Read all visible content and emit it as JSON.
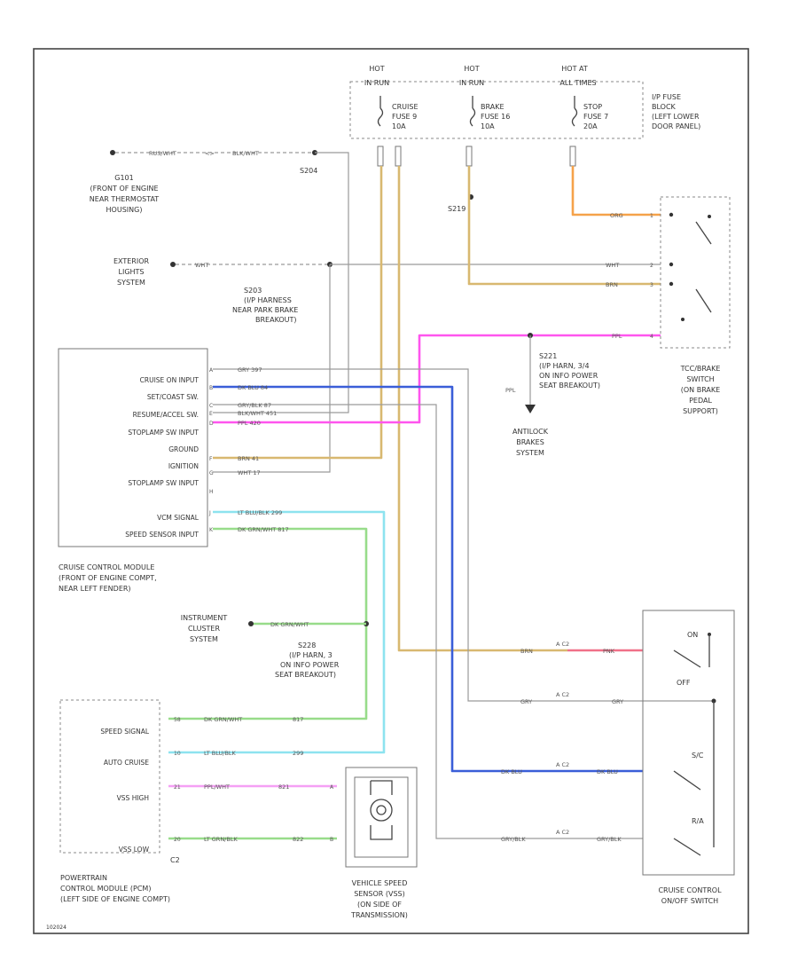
{
  "fuse_block": {
    "hot_1": [
      "HOT",
      "IN RUN"
    ],
    "hot_2": [
      "HOT",
      "IN RUN"
    ],
    "hot_3": [
      "HOT AT",
      "ALL TIMES"
    ],
    "fuse_cruise": [
      "CRUISE",
      "FUSE 9",
      "10A"
    ],
    "fuse_brake": [
      "BRAKE",
      "FUSE 16",
      "10A"
    ],
    "fuse_stop": [
      "STOP",
      "FUSE 7",
      "20A"
    ],
    "label": [
      "I/P FUSE",
      "BLOCK",
      "(LEFT LOWER",
      "DOOR PANEL)"
    ]
  },
  "ground_g101": {
    "wire_left": "RUS/WHT",
    "wire_right": "BLK/WHT",
    "splice": "S204",
    "label": [
      "G101",
      "(FRONT OF ENGINE",
      "NEAR THERMOSTAT",
      "HOUSING)"
    ]
  },
  "exterior_lights": {
    "label": [
      "EXTERIOR",
      "LIGHTS",
      "SYSTEM"
    ],
    "wire": "WHT",
    "splice_label": [
      "S203",
      "(I/P HARNESS",
      "NEAR PARK BRAKE",
      "BREAKOUT)"
    ]
  },
  "splice_s219": "S219",
  "brake_switch": {
    "wire_org": "ORG",
    "wire_wht": "WHT",
    "wire_brn": "BRN",
    "wire_ppl": "PPL",
    "label": [
      "TCC/BRAKE",
      "SWITCH",
      "(ON BRAKE",
      "PEDAL",
      "SUPPORT)"
    ]
  },
  "abs": {
    "splice_label": [
      "S221",
      "(I/P HARN, 3/4",
      "ON INFO POWER",
      "SEAT BREAKOUT)"
    ],
    "wire": "PPL",
    "label": [
      "ANTILOCK",
      "BRAKES",
      "SYSTEM"
    ]
  },
  "ccm": {
    "pins": [
      {
        "name": "CRUISE ON INPUT",
        "pin": "A",
        "wire": "GRY 397"
      },
      {
        "name": "SET/COAST SW.",
        "pin": "B",
        "wire": "DK BLU 84"
      },
      {
        "name": "RESUME/ACCEL SW.",
        "pin": "C",
        "wire": "GRY/BLK 87"
      },
      {
        "name": "STOPLAMP SW INPUT",
        "pin": "D",
        "wire": "PPL 420"
      },
      {
        "name": "GROUND",
        "pin": "E",
        "wire": "BLK/WHT 451"
      },
      {
        "name": "IGNITION",
        "pin": "F",
        "wire": "BRN 41"
      },
      {
        "name": "STOPLAMP SW INPUT",
        "pin": "G",
        "wire": "WHT 17"
      },
      {
        "name": "",
        "pin": "H",
        "wire": ""
      },
      {
        "name": "VCM SIGNAL",
        "pin": "J",
        "wire": "LT BLU/BLK 299"
      },
      {
        "name": "SPEED SENSOR INPUT",
        "pin": "K",
        "wire": "DK GRN/WHT 817"
      }
    ],
    "label": [
      "CRUISE CONTROL MODULE",
      "(FRONT OF ENGINE COMPT,",
      "NEAR LEFT FENDER)"
    ]
  },
  "instrument_cluster": {
    "label": [
      "INSTRUMENT",
      "CLUSTER",
      "SYSTEM"
    ],
    "wire": "DK GRN/WHT",
    "splice_label": [
      "S228",
      "(I/P HARN, 3",
      "ON INFO POWER",
      "SEAT BREAKOUT)"
    ]
  },
  "pcm": {
    "pins": [
      {
        "name": "SPEED SIGNAL",
        "pin": "58",
        "wire": "DK GRN/WHT",
        "circuit": "817"
      },
      {
        "name": "AUTO CRUISE",
        "pin": "10",
        "wire": "LT BLU/BLK",
        "circuit": "299"
      },
      {
        "name": "VSS HIGH",
        "pin": "21",
        "wire": "PPL/WHT",
        "circuit": "821"
      },
      {
        "name": "VSS LOW",
        "pin": "20",
        "wire": "LT GRN/BLK",
        "circuit": "822"
      }
    ],
    "connector": "C2",
    "label": [
      "POWERTRAIN",
      "CONTROL MODULE (PCM)",
      "(LEFT SIDE OF ENGINE COMPT)"
    ]
  },
  "vss": {
    "pin_a": "A",
    "pin_b": "B",
    "label": [
      "VEHICLE SPEED",
      "SENSOR (VSS)",
      "(ON SIDE OF",
      "TRANSMISSION)"
    ]
  },
  "cruise_switch": {
    "labels": {
      "on": "ON",
      "off": "OFF",
      "set": "S/C",
      "res": "R/A"
    },
    "wires": [
      {
        "left": "BRN",
        "conn": "A C2",
        "right": "PNK"
      },
      {
        "left": "GRY",
        "conn": "A C2",
        "right": "GRY"
      },
      {
        "left": "DK BLU",
        "conn": "A C2",
        "right": "DK BLU"
      },
      {
        "left": "GRY/BLK",
        "conn": "A C2",
        "right": "GRY/BLK"
      }
    ],
    "label": [
      "CRUISE CONTROL",
      "ON/OFF SWITCH"
    ]
  },
  "footer_code": "102024"
}
